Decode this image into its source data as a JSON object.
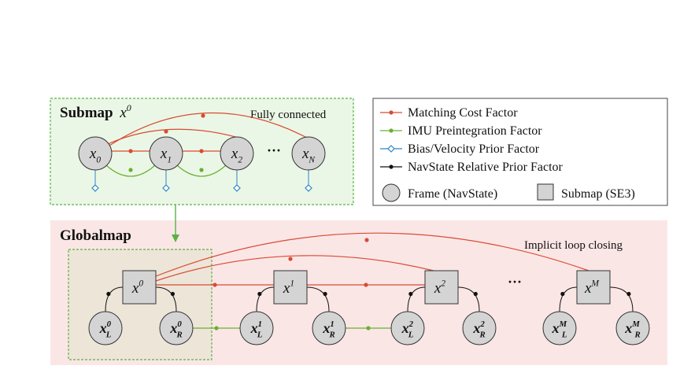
{
  "colors": {
    "matching": "#d94b33",
    "imu": "#6aaf32",
    "bias": "#2e86c8",
    "navstate": "#111111",
    "node_fill": "#d4d4d4",
    "submap_bg": "#ebf7e6",
    "submap_border": "#57b342",
    "global_bg": "#fbe6e6",
    "inner_bg": "#eee5d9",
    "arrow": "#57b342"
  },
  "submap": {
    "title": "Submap",
    "title_var": "x",
    "title_sup": "0",
    "caption": "Fully connected",
    "dots": "···",
    "nodes": [
      {
        "base": "x",
        "sub": "0"
      },
      {
        "base": "x",
        "sub": "1"
      },
      {
        "base": "x",
        "sub": "2"
      },
      {
        "base": "x",
        "sub": "N"
      }
    ]
  },
  "globalmap": {
    "title": "Globalmap",
    "caption": "Implicit loop closing",
    "dots": "···",
    "submaps": [
      {
        "base": "x",
        "sup": "0",
        "left": {
          "sup": "0",
          "sub": "L"
        },
        "right": {
          "sup": "0",
          "sub": "R"
        }
      },
      {
        "base": "x",
        "sup": "1",
        "left": {
          "sup": "1",
          "sub": "L"
        },
        "right": {
          "sup": "1",
          "sub": "R"
        }
      },
      {
        "base": "x",
        "sup": "2",
        "left": {
          "sup": "2",
          "sub": "L"
        },
        "right": {
          "sup": "2",
          "sub": "R"
        }
      },
      {
        "base": "x",
        "sup": "M",
        "left": {
          "sup": "M",
          "sub": "L"
        },
        "right": {
          "sup": "M",
          "sub": "R"
        }
      }
    ]
  },
  "legend": {
    "items": [
      {
        "label": "Matching Cost Factor",
        "color": "#d94b33",
        "marker": "dot"
      },
      {
        "label": "IMU Preintegration Factor",
        "color": "#6aaf32",
        "marker": "dot"
      },
      {
        "label": "Bias/Velocity Prior Factor",
        "color": "#2e86c8",
        "marker": "diamond"
      },
      {
        "label": "NavState Relative Prior Factor",
        "color": "#111111",
        "marker": "dot"
      }
    ],
    "frame_label": "Frame (NavState)",
    "submap_label": "Submap (SE3)"
  }
}
